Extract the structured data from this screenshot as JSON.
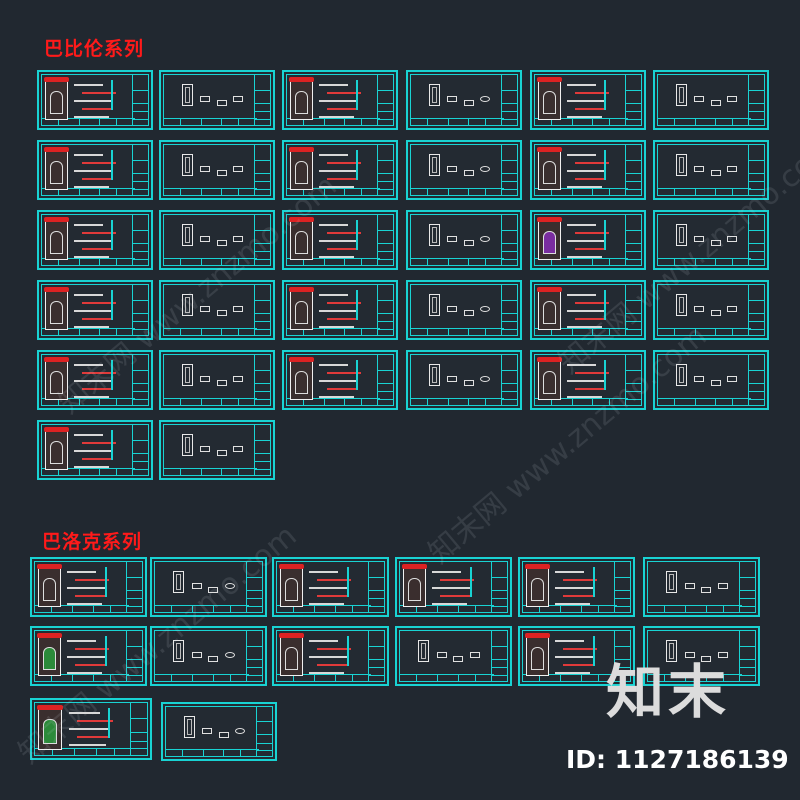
{
  "sections": {
    "babylon": {
      "title": "巴比伦系列"
    },
    "baroque": {
      "title": "巴洛克系列"
    }
  },
  "watermark": {
    "text": "知末网 www.znzmo.com",
    "logo_text": "知末",
    "id_label": "ID: 1127186139"
  },
  "colors": {
    "background": "#212830",
    "sheet_border": "#19d3d3",
    "section_title": "#ff1a1a",
    "door_accent": "#e03a3a"
  }
}
